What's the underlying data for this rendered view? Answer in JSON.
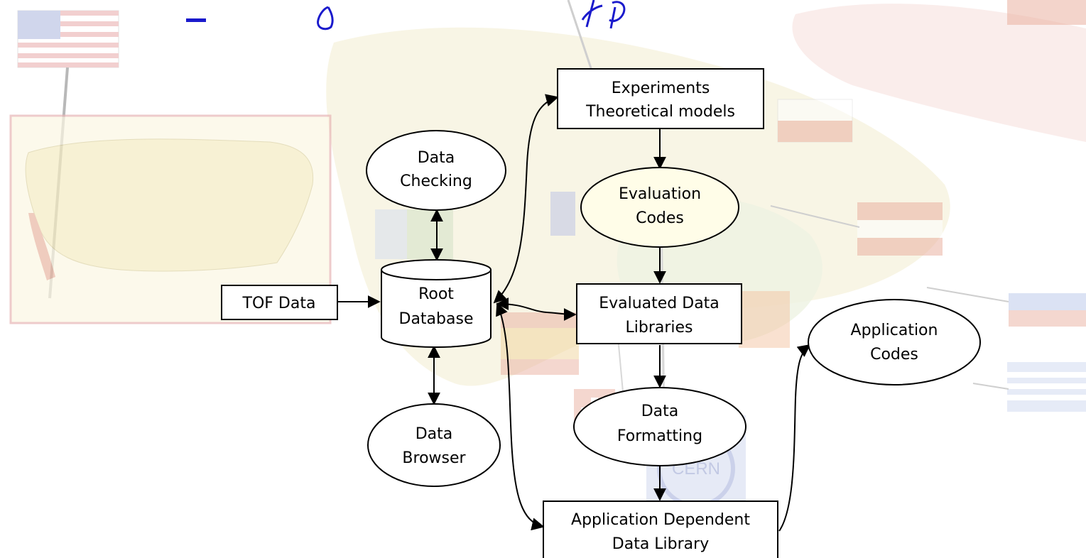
{
  "colors": {
    "background": "#ffffff",
    "title_blue": "#1a1acc",
    "ellipse_fill": "#ffffff",
    "evaluation_fill": "#fffde8",
    "faded_flag_red": "#f2c9bb",
    "faded_flag_blue": "#c9d3ee",
    "faded_map": "#f4efd0"
  },
  "nodes": {
    "experiments": [
      "Experiments",
      "Theoretical models"
    ],
    "data_checking": [
      "Data",
      "Checking"
    ],
    "evaluation_codes": [
      "Evaluation",
      "Codes"
    ],
    "tof_data": [
      "TOF Data"
    ],
    "root_database": [
      "Root",
      "Database"
    ],
    "evaluated_libraries": [
      "Evaluated Data",
      "Libraries"
    ],
    "application_codes": [
      "Application",
      "Codes"
    ],
    "data_formatting": [
      "Data",
      "Formatting"
    ],
    "data_browser": [
      "Data",
      "Browser"
    ],
    "application_library": [
      "Application Dependent",
      "Data Library"
    ]
  },
  "background": {
    "logo_text": "CERN"
  }
}
